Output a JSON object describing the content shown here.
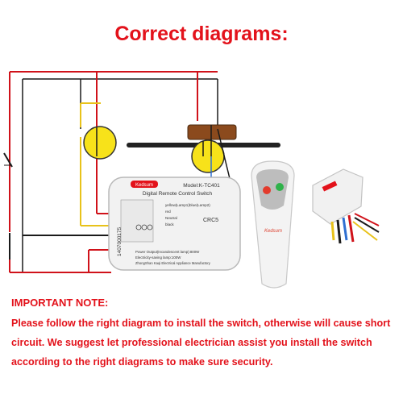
{
  "title": "Correct diagrams:",
  "device": {
    "brand": "Kedsum",
    "model": "Model:K-TC401",
    "name": "Digital Remote Control Switch",
    "terminal_labels": [
      "yellow(Lamp1)",
      "red",
      "blue(Lamp2)",
      "Neutral",
      "black"
    ],
    "code": "CRC5",
    "serial": "1407000175",
    "spec_line_1": "Power Output(Incandescent lamp):800W",
    "spec_line_2": "Electricity-saving lamp:100W",
    "manufacturer": "ZhongShan Kaqi Electrical Appliance Manufactory"
  },
  "remote": {
    "brand": "Kedsum"
  },
  "note": {
    "heading": "IMPORTANT NOTE:",
    "text": "Please follow the right diagram to install the switch, otherwise will cause short circuit. We suggest let professional electrician assist you install the switch according to the right diagrams to make sure security."
  },
  "colors": {
    "title_red": "#e3121b",
    "wire_red": "#d0121a",
    "wire_yellow": "#e8c21a",
    "wire_blue": "#2f6fd1",
    "wire_black": "#1a1a1a",
    "lamp_yellow": "#f7e21a",
    "fan_brown": "#8b4a1d"
  }
}
